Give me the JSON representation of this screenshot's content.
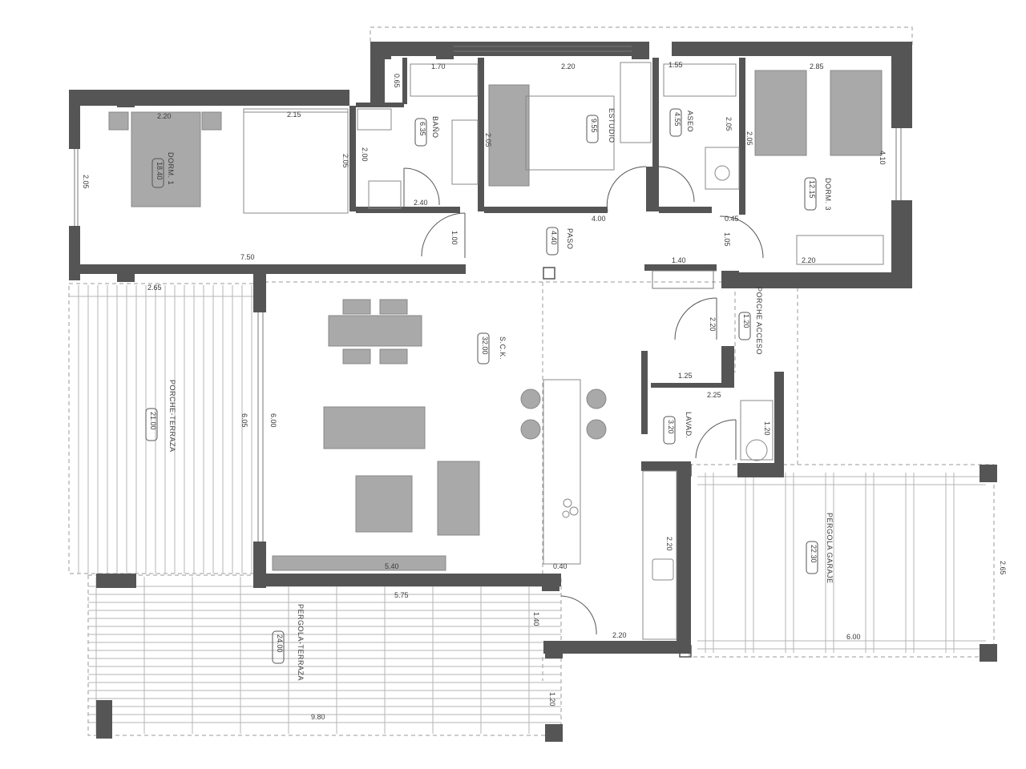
{
  "colors": {
    "wall": "#555555",
    "furniture": "#a9a9a9",
    "line": "#7a7a7a",
    "dashed": "#9a9a9a"
  },
  "rooms": [
    {
      "id": "dorm1",
      "label": "DORM. 1",
      "area": "18.40"
    },
    {
      "id": "bano",
      "label": "BAÑO",
      "area": "6.35"
    },
    {
      "id": "estudio",
      "label": "ESTUDIO",
      "area": "9.55"
    },
    {
      "id": "aseo",
      "label": "ASEO",
      "area": "4.55"
    },
    {
      "id": "dorm3",
      "label": "DORM. 3",
      "area": "12.15"
    },
    {
      "id": "paso",
      "label": "PASO",
      "area": "4.40"
    },
    {
      "id": "sck",
      "label": "S.C.K.",
      "area": "32.00"
    },
    {
      "id": "porche_terraza",
      "label": "PORCHE-TERRAZA",
      "area": "21.00"
    },
    {
      "id": "porche_acceso",
      "label": "PORCHE ACCESO",
      "area": "1.20"
    },
    {
      "id": "lavad",
      "label": "LAVAD.",
      "area": "3.20"
    },
    {
      "id": "pergola_garaje",
      "label": "PERGOLA GARAJE",
      "area": "22.30"
    },
    {
      "id": "pergola_terraza",
      "label": "PERGOLA-TERRAZA",
      "area": "24.00"
    }
  ],
  "dimensions": {
    "d1_70": "1.70",
    "d0_65": "0.65",
    "d2_20_top": "2.20",
    "d1_55": "1.55",
    "d2_85": "2.85",
    "d2_20_dorm": "2.20",
    "d2_15": "2.15",
    "d2_05_dorm1": "2.05",
    "d2_00_bano": "2.00",
    "d2_05_left": "2.05",
    "d2_05_est": "2.05",
    "d2_05_aseo": "2.05",
    "d2_05_dorm3": "2.05",
    "d4_10": "4.10",
    "d2_40": "2.40",
    "d4_00": "4.00",
    "d0_45": "0.45",
    "d1_00_a": "1.00",
    "d1_05": "1.05",
    "d7_50": "7.50",
    "d2_65": "2.65",
    "d1_40_top": "1.40",
    "d2_20_dorm3": "2.20",
    "d2_20_porche": "2.20",
    "d1_25": "1.25",
    "d2_25": "2.25",
    "d6_05": "6.05",
    "d6_00_sck": "6.00",
    "d1_20_lav": "1.20",
    "d2_20_kitch": "2.20",
    "d5_40": "5.40",
    "d0_40": "0.40",
    "d5_75": "5.75",
    "d1_40_bot": "1.40",
    "d2_20_bot": "2.20",
    "d6_00_garaje": "6.00",
    "d2_65_right": "2.65",
    "d1_20_bot": "1.20",
    "d9_80": "9.80"
  }
}
